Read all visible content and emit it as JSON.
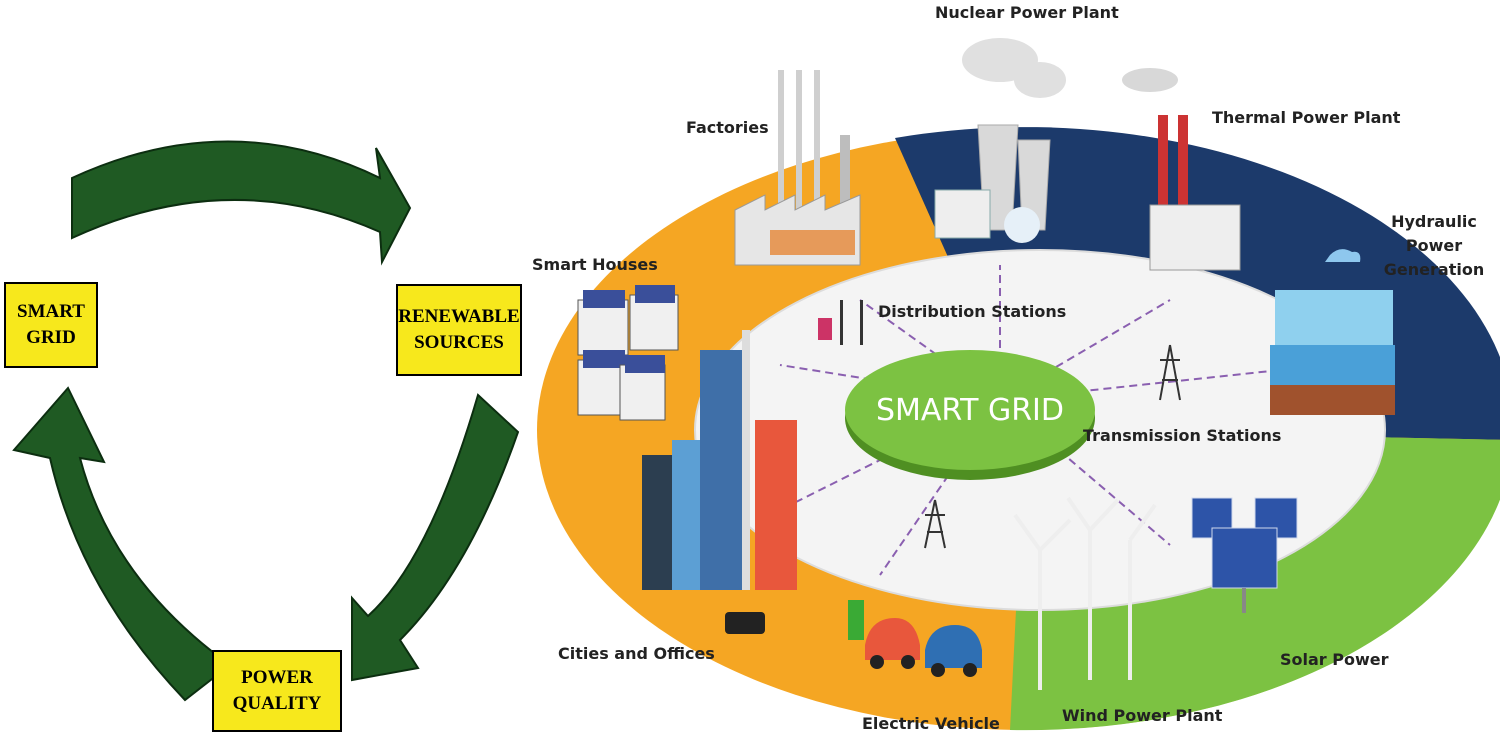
{
  "cycle": {
    "boxes": [
      {
        "text": "SMART\nGRID"
      },
      {
        "text": "RENEWABLE\nSOURCES"
      },
      {
        "text": "POWER\nQUALITY"
      }
    ],
    "arrow_color": "#1f5a23",
    "box_color": "#f7e81c"
  },
  "ring": {
    "center_label": "SMART GRID",
    "segments": {
      "orange": "#f5a623",
      "navy": "#1c3a6b",
      "green": "#7cc242",
      "center": "#7cc242"
    },
    "labels": {
      "nuclear": "Nuclear Power Plant",
      "thermal": "Thermal Power Plant",
      "factories": "Factories",
      "hydraulic": "Hydraulic Power\nGeneration",
      "smart_houses": "Smart Houses",
      "distribution": "Distribution Stations",
      "transmission": "Transmission Stations",
      "cities": "Cities and Offices",
      "solar": "Solar Power",
      "ev": "Electric Vehicle",
      "wind": "Wind Power Plant"
    }
  }
}
